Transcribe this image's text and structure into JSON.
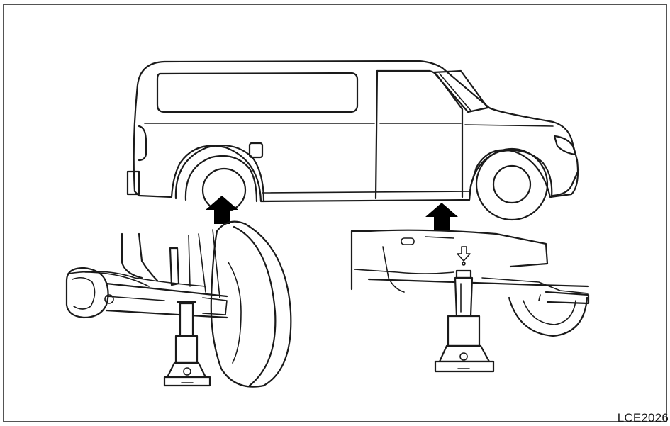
{
  "figure": {
    "code": "LCE2026",
    "icons": [
      "van-side-view",
      "jack-point-arrow-front",
      "jack-point-arrow-rear",
      "rear-axle-jack",
      "front-frame-jack",
      "jack-point-marker"
    ]
  }
}
